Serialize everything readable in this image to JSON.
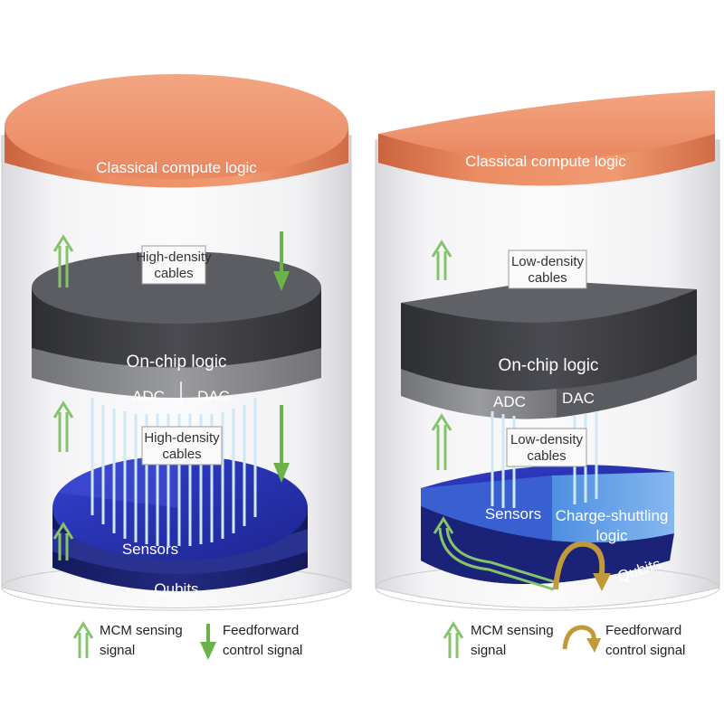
{
  "colors": {
    "classical": "#ee9068",
    "classical_side": "#d9724a",
    "onchip_top": "#5a5b60",
    "onchip_side": "#404146",
    "adc": "#8a8b8f",
    "qubit_top": "#2734b8",
    "qubit_side": "#1a2170",
    "sensing_arrow": "#86c46b",
    "feedforward_arrow": "#6bb24a",
    "feedforward_curve": "#c09a3a",
    "cable_blue": "#bfe0f5",
    "cable_pink": "#f2c1b3"
  },
  "left": {
    "classical_label": "Classical compute logic",
    "top_cables_line1": "High-density",
    "top_cables_line2": "cables",
    "onchip_label": "On-chip logic",
    "adc_label": "ADC",
    "dac_label": "DAC",
    "bottom_cables_line1": "High-density",
    "bottom_cables_line2": "cables",
    "sensors_label": "Sensors",
    "qubits_label": "Qubits",
    "legend_sensing_line1": "MCM sensing",
    "legend_sensing_line2": "signal",
    "legend_feedforward_line1": "Feedforward",
    "legend_feedforward_line2": "control signal",
    "sensing_arrow_icon": "double-up-arrow-icon",
    "feedforward_arrow_icon": "down-arrow-icon"
  },
  "right": {
    "classical_label": "Classical compute logic",
    "top_cables_line1": "Low-density",
    "top_cables_line2": "cables",
    "onchip_label": "On-chip logic",
    "adc_label": "ADC",
    "dac_label": "DAC",
    "bottom_cables_line1": "Low-density",
    "bottom_cables_line2": "cables",
    "sensors_label": "Sensors",
    "shuttling_line1": "Charge-shuttling",
    "shuttling_line2": "logic",
    "qubits_label": "Qubits",
    "legend_sensing_line1": "MCM sensing",
    "legend_sensing_line2": "signal",
    "legend_feedforward_line1": "Feedforward",
    "legend_feedforward_line2": "control signal",
    "sensing_arrow_icon": "double-up-arrow-icon",
    "feedforward_arrow_icon": "curved-arrow-icon"
  }
}
